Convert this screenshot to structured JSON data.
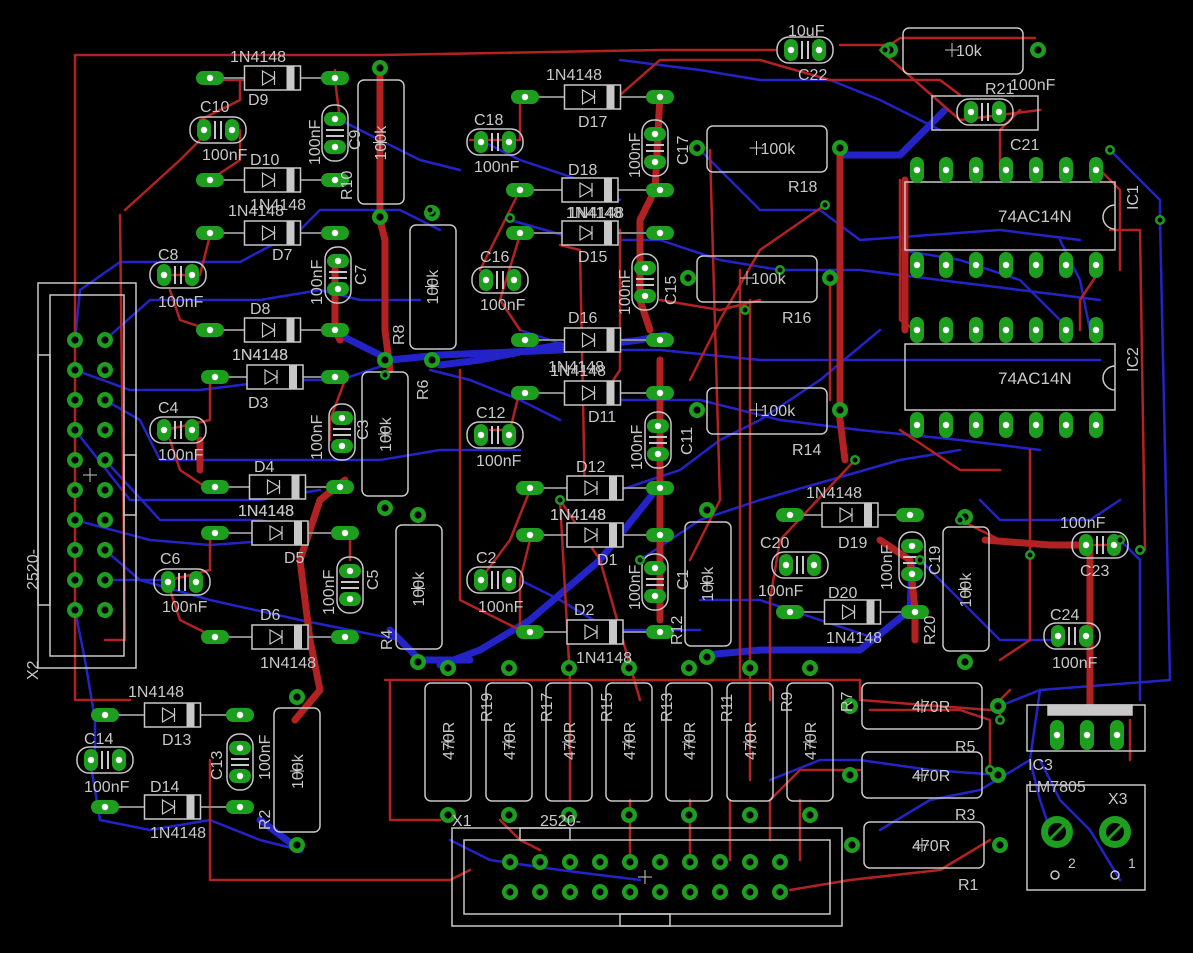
{
  "colors": {
    "background": "#000000",
    "top_trace": "#b22222",
    "bottom_trace": "#2323c8",
    "pad": "#1e9e1e",
    "drill": "#ffffff",
    "silk": "#c8c8c8"
  },
  "labels": {
    "c1": "C1",
    "c2": "C2",
    "c3": "C3",
    "c4": "C4",
    "c5": "C5",
    "c6": "C6",
    "c7": "C7",
    "c8": "C8",
    "c9": "C9",
    "c10": "C10",
    "c11": "C11",
    "c12": "C12",
    "c13": "C13",
    "c14": "C14",
    "c15": "C15",
    "c16": "C16",
    "c17": "C17",
    "c18": "C18",
    "c19": "C19",
    "c20": "C20",
    "c21": "C21",
    "c22": "C22",
    "c23": "C23",
    "c24": "C24",
    "d1": "D1",
    "d2": "D2",
    "d3": "D3",
    "d4": "D4",
    "d5": "D5",
    "d6": "D6",
    "d7": "D7",
    "d8": "D8",
    "d9": "D9",
    "d10": "D10",
    "d11": "D11",
    "d12": "D12",
    "d13": "D13",
    "d14": "D14",
    "d15": "D15",
    "d16": "D16",
    "d17": "D17",
    "d18": "D18",
    "d19": "D19",
    "d20": "D20",
    "r1": "R1",
    "r2": "R2",
    "r3": "R3",
    "r4": "R4",
    "r5": "R5",
    "r6": "R6",
    "r7": "R7",
    "r8": "R8",
    "r9": "R9",
    "r10": "R10",
    "r11": "R11",
    "r12": "R12",
    "r13": "R13",
    "r14": "R14",
    "r15": "R15",
    "r16": "R16",
    "r17": "R17",
    "r18": "R18",
    "r19": "R19",
    "r20": "R20",
    "r21": "R21",
    "ic1": "IC1",
    "ic2": "IC2",
    "ic3": "IC3",
    "x1": "X1",
    "x2": "X2",
    "x3": "X3",
    "ic1_value": "74AC14N",
    "ic2_value": "74AC14N",
    "ic3_value": "LM7805",
    "x1_value": "2520-",
    "x2_value": "2520-",
    "diode_value": "1N4148",
    "cap_100nf": "100nF",
    "cap_10uf": "10uF",
    "res_100k": "100k",
    "res_10k": "10k",
    "res_470r": "470R",
    "x3_pin1": "1",
    "x3_pin2": "2"
  }
}
